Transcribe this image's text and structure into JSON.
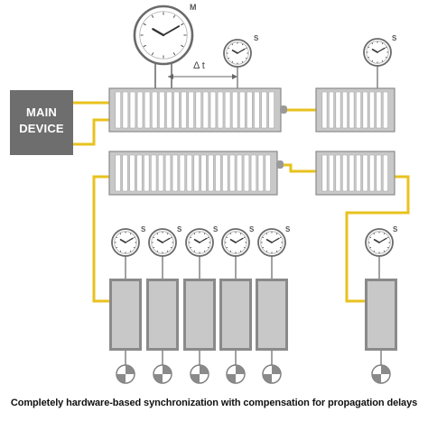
{
  "main_device": {
    "label_line1": "MAIN",
    "label_line2": "DEVICE"
  },
  "master_clock": {
    "label": "M",
    "icon": "master-clock-icon"
  },
  "delta_t": {
    "label": "Δ t"
  },
  "slave_clock": {
    "label": "S",
    "icon": "slave-clock-icon"
  },
  "caption": "Completely hardware-based synchronization with compensation for propagation delays",
  "colors": {
    "cable": "#e8c21d",
    "device_gray": "#c8c8c8",
    "device_border": "#8a8a8a",
    "main_device": "#6e6e6e",
    "clock_stroke": "#6a6a6a"
  }
}
